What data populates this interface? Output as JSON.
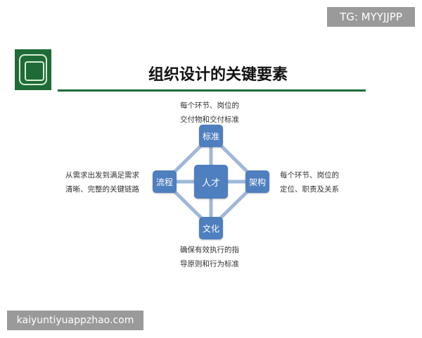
{
  "watermark_top": "TG: MYYJJPP",
  "watermark_bottom": "kaiyuntiyuappzhao.com",
  "title": "组织设计的关键要素",
  "diagram": {
    "center": "人才",
    "top": "标准",
    "right": "架构",
    "bottom": "文化",
    "left": "流程"
  },
  "descriptions": {
    "top": [
      "每个环节、岗位的",
      "交付物和交付标准"
    ],
    "right": [
      "每个环节、岗位的",
      "定位、职责及关系"
    ],
    "bottom": [
      "确保有效执行的指",
      "导原则和行为标准"
    ],
    "left": [
      "从需求出发到满足需求",
      "清晰、完整的关键链路"
    ]
  },
  "colors": {
    "accent_green": "#1e6b37",
    "node_blue": "#4e7fbf",
    "connector": "#9fb8d8",
    "watermark_bg": "#9a9a9a"
  }
}
